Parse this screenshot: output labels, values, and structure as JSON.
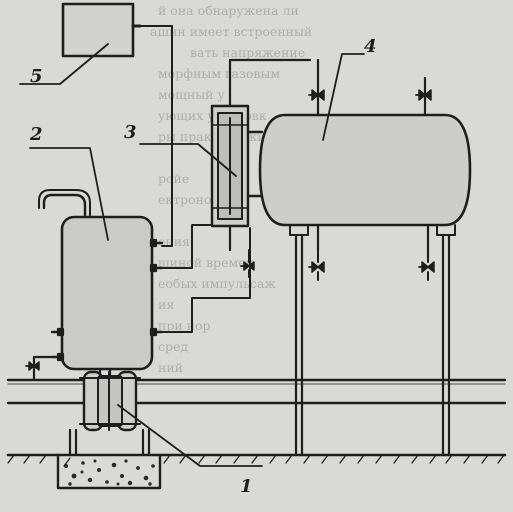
{
  "background_text": [
    "й она обнаружена ли",
    "ашин имеет встроенный",
    "вать напряжение ",
    "морфным газовым",
    "мощный у",
    "ующих установк",
    "ры практически",
    "ройе",
    "ектронов ",
    "ения",
    "шиной времен",
    "еобых импульсаж",
    "ия",
    "при нор",
    "сред",
    "ний"
  ],
  "labels": {
    "l1": "1",
    "l2": "2",
    "l3": "3",
    "l4": "4",
    "l5": "5"
  }
}
